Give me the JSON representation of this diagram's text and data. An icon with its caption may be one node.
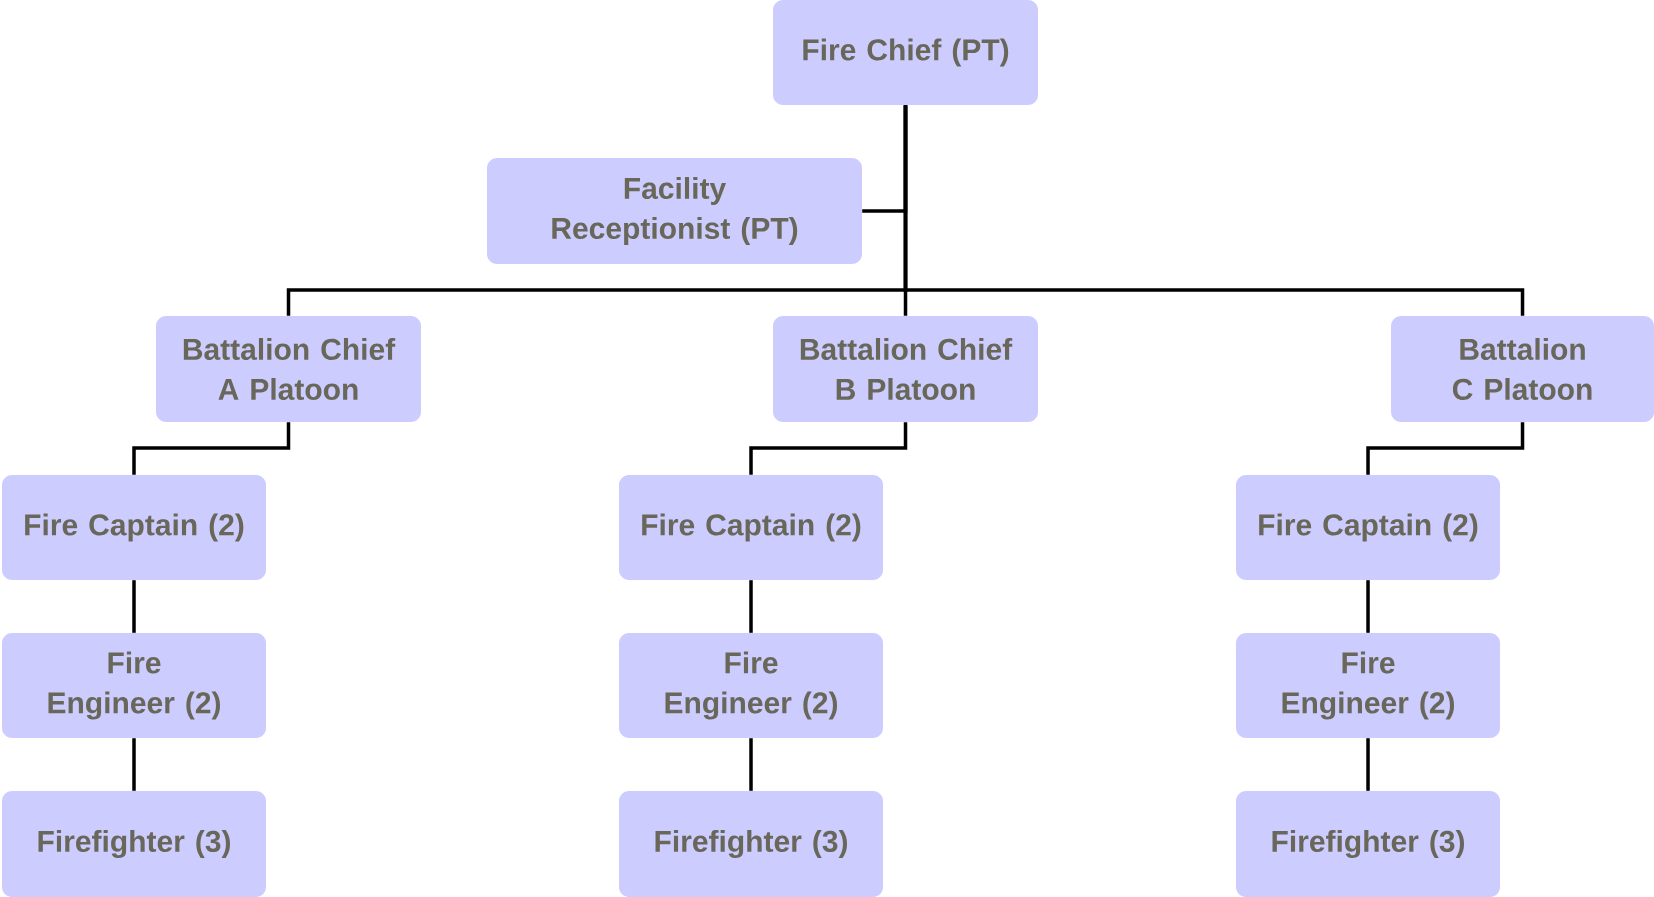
{
  "diagram": {
    "nodes": [
      {
        "text": [
          "Fire Chief (PT)"
        ]
      },
      {
        "text": [
          "Facility Receptionist (PT)"
        ]
      },
      {
        "text": [
          "Battalion Chief A Platoon"
        ]
      },
      {
        "text": [
          "Battalion Chief B Platoon"
        ]
      },
      {
        "text": [
          "Battalion C Platoon"
        ]
      },
      {
        "text": [
          "Fire Captain (2)"
        ]
      },
      {
        "text": [
          "Fire Engineer (2)"
        ]
      },
      {
        "text": [
          "Firefighter (3)"
        ]
      },
      {
        "text": [
          "Fire Captain (2)"
        ]
      },
      {
        "text": [
          "Fire Engineer (2)"
        ]
      },
      {
        "text": [
          "Firefighter (3)"
        ]
      },
      {
        "text": [
          "Fire Captain (2)"
        ]
      },
      {
        "text": [
          "Fire Engineer (2)"
        ]
      },
      {
        "text": [
          "Firefighter (3)"
        ]
      }
    ],
    "edges": [
      {
        "from": 0,
        "to": 1,
        "arrow": "none"
      },
      {
        "from": 0,
        "to": 2,
        "arrow": "none"
      },
      {
        "from": 0,
        "to": 3,
        "arrow": "none"
      },
      {
        "from": 0,
        "to": 4,
        "arrow": "none"
      },
      {
        "from": 2,
        "to": 5,
        "arrow": "none"
      },
      {
        "from": 5,
        "to": 6,
        "arrow": "none"
      },
      {
        "from": 6,
        "to": 7,
        "arrow": "none"
      },
      {
        "from": 3,
        "to": 8,
        "arrow": "none"
      },
      {
        "from": 8,
        "to": 9,
        "arrow": "none"
      },
      {
        "from": 9,
        "to": 10,
        "arrow": "none"
      },
      {
        "from": 4,
        "to": 11,
        "arrow": "none"
      },
      {
        "from": 11,
        "to": 12,
        "arrow": "none"
      },
      {
        "from": 12,
        "to": 13,
        "arrow": "none"
      }
    ]
  }
}
